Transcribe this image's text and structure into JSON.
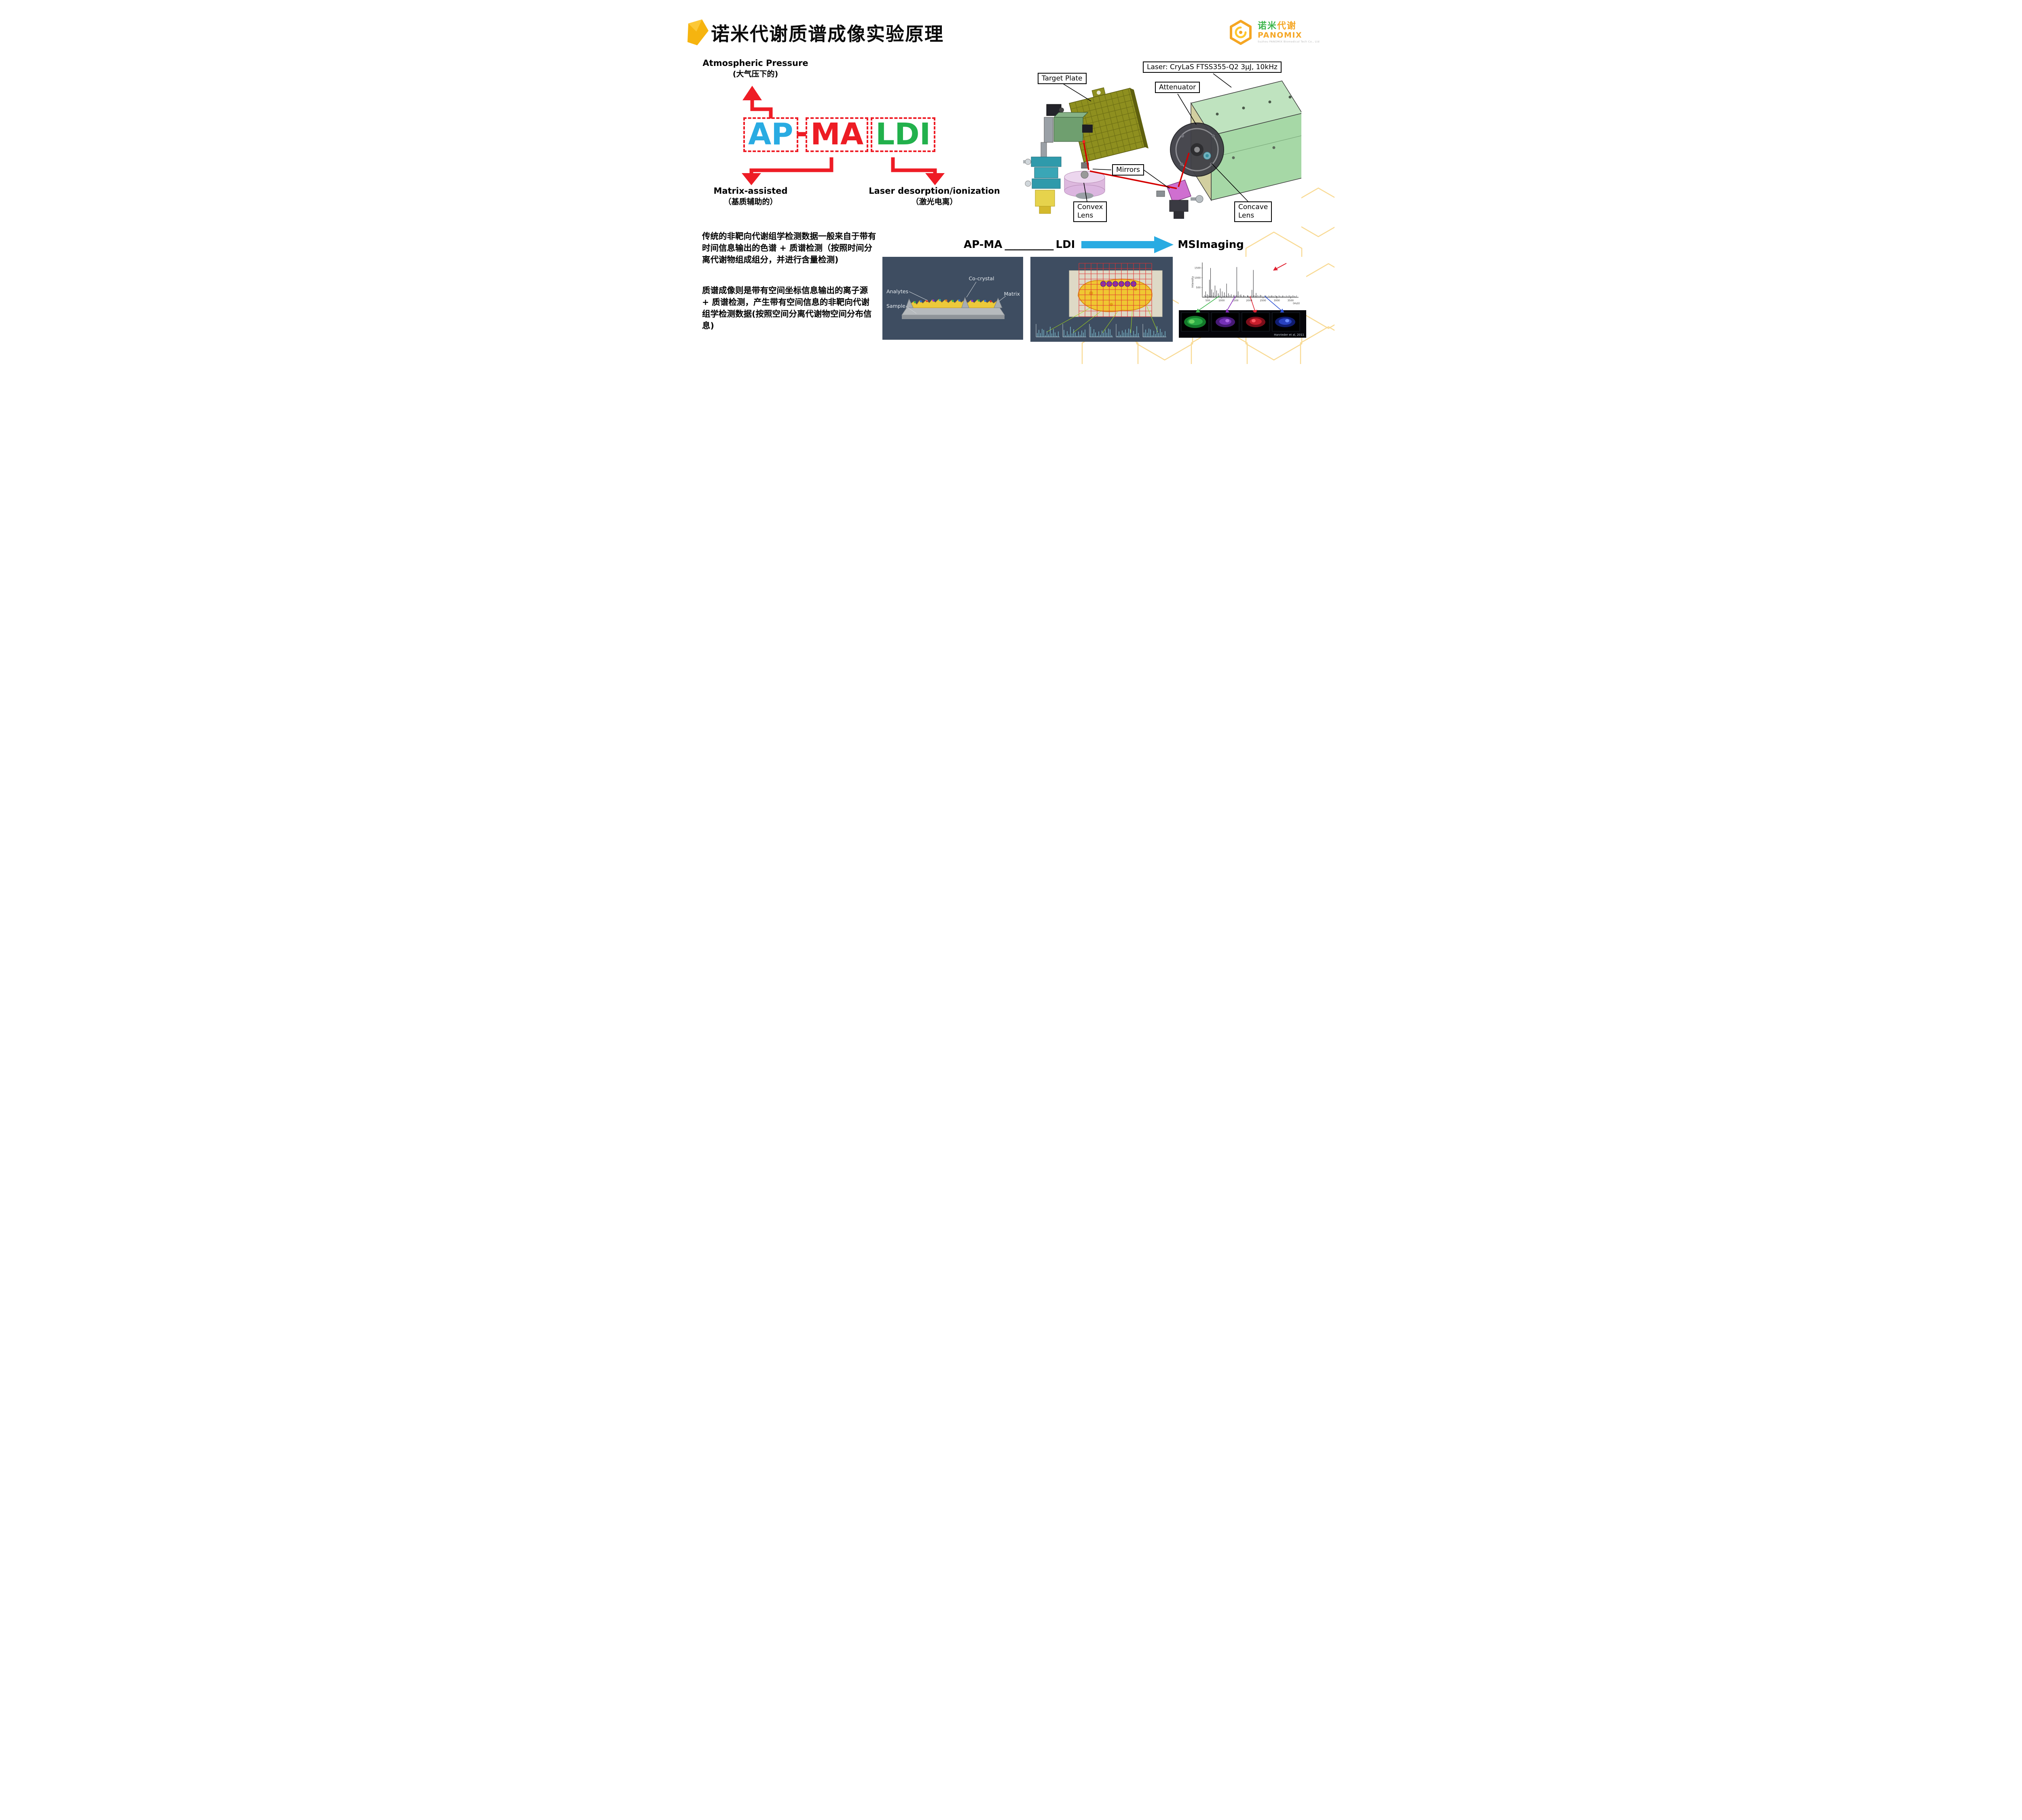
{
  "accent_colors": {
    "ap_blue": "#29ABE2",
    "ma_red": "#ED1C24",
    "ldi_green": "#22B14C",
    "arrow_red": "#EE1C25",
    "flow_blue": "#29ABE2",
    "brand_orange": "#F5A623",
    "panel_bg": "#3E4D61"
  },
  "header": {
    "title": "诺米代谢质谱成像实验原理"
  },
  "logo": {
    "brand_cn_1": "诺米",
    "brand_cn_2": "代谢",
    "brand_en": "PANOMIX",
    "tagline": "Suzhou PANOMIX Biomedical Tech Co., Ltd"
  },
  "acronym": {
    "ap": "AP",
    "dash": "-",
    "ma": "MA",
    "ldi": "LDI",
    "atmospheric_en": "Atmospheric Pressure",
    "atmospheric_cn": "(大气压下的)",
    "matrix_en": "Matrix-assisted",
    "matrix_cn": "（基质辅助的）",
    "laser_en": "Laser desorption/ionization",
    "laser_cn": "（激光电离）"
  },
  "instrument": {
    "target_plate": "Target Plate",
    "laser": "Laser: CryLaS FTSS355-Q2 3μJ, 10kHz",
    "attenuator": "Attenuator",
    "mirrors": "Mirrors",
    "convex_lens_1": "Convex",
    "convex_lens_2": "Lens",
    "concave_lens_1": "Concave",
    "concave_lens_2": "Lens"
  },
  "body_text": {
    "p1": "传统的非靶向代谢组学检测数据一般来自于带有时间信息输出的色谱 + 质谱检测（按照时间分离代谢物组成组分，并进行含量检测)",
    "p2": "质谱成像则是带有空间坐标信息输出的离子源 + 质谱检测，产生带有空间信息的非靶向代谢组学检测数据(按照空间分离代谢物空间分布信息)"
  },
  "flow": {
    "left": "AP-MA",
    "blank": "__________",
    "mid": "LDI",
    "right": "MSImaging"
  },
  "panel1": {
    "labels": {
      "co_crystal": "Co-crystal",
      "analytes": "Analytes",
      "sample": "Sample",
      "matrix": "Matrix"
    }
  },
  "panel3": {
    "citation": "Hanrieder et al, 2011"
  },
  "chart_data": {
    "type": "line",
    "title": "",
    "ylabel": "Intensity",
    "xlabel": "(m/z)",
    "xticks": [
      500,
      1000,
      1500,
      2000,
      2500,
      3000,
      3500
    ],
    "yticks": [
      500,
      1000,
      1500
    ],
    "xlim": [
      300,
      3700
    ],
    "ylim": [
      0,
      1700
    ],
    "legend": "none",
    "grid": false,
    "peaks": [
      [
        420,
        300
      ],
      [
        480,
        150
      ],
      [
        560,
        900
      ],
      [
        600,
        1500
      ],
      [
        640,
        400
      ],
      [
        700,
        250
      ],
      [
        760,
        600
      ],
      [
        820,
        350
      ],
      [
        880,
        200
      ],
      [
        950,
        450
      ],
      [
        1020,
        300
      ],
      [
        1100,
        250
      ],
      [
        1180,
        700
      ],
      [
        1250,
        200
      ],
      [
        1350,
        150
      ],
      [
        1450,
        120
      ],
      [
        1550,
        1550
      ],
      [
        1600,
        300
      ],
      [
        1700,
        140
      ],
      [
        1800,
        100
      ],
      [
        1950,
        90
      ],
      [
        2100,
        380
      ],
      [
        2150,
        1400
      ],
      [
        2250,
        220
      ],
      [
        2400,
        120
      ],
      [
        2600,
        90
      ],
      [
        2800,
        70
      ],
      [
        3000,
        55
      ],
      [
        3200,
        45
      ]
    ]
  }
}
